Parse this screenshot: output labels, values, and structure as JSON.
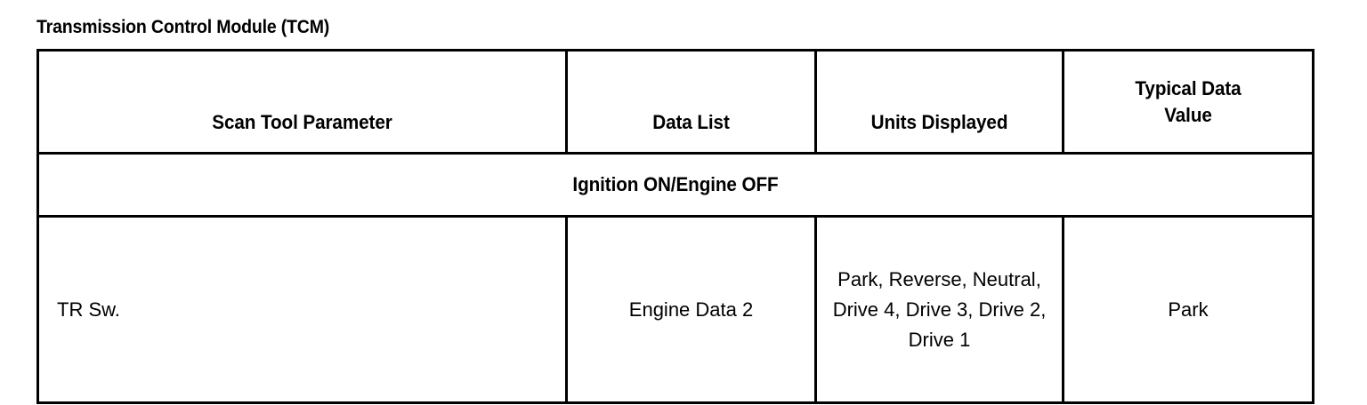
{
  "document": {
    "title": "Transmission Control Module (TCM)"
  },
  "table": {
    "headers": {
      "parameter": "Scan Tool Parameter",
      "data_list": "Data List",
      "units": "Units Displayed",
      "typical_value_line1": "Typical Data",
      "typical_value_line2": "Value"
    },
    "section_row": {
      "label": "Ignition ON/Engine OFF"
    },
    "rows": [
      {
        "parameter": "TR Sw.",
        "data_list": "Engine Data 2",
        "units": "Park, Reverse, Neutral, Drive 4, Drive 3, Drive 2, Drive 1",
        "typical_value": "Park"
      }
    ]
  },
  "style": {
    "border_color": "#000000",
    "text_color": "#000000",
    "background": "#ffffff"
  }
}
